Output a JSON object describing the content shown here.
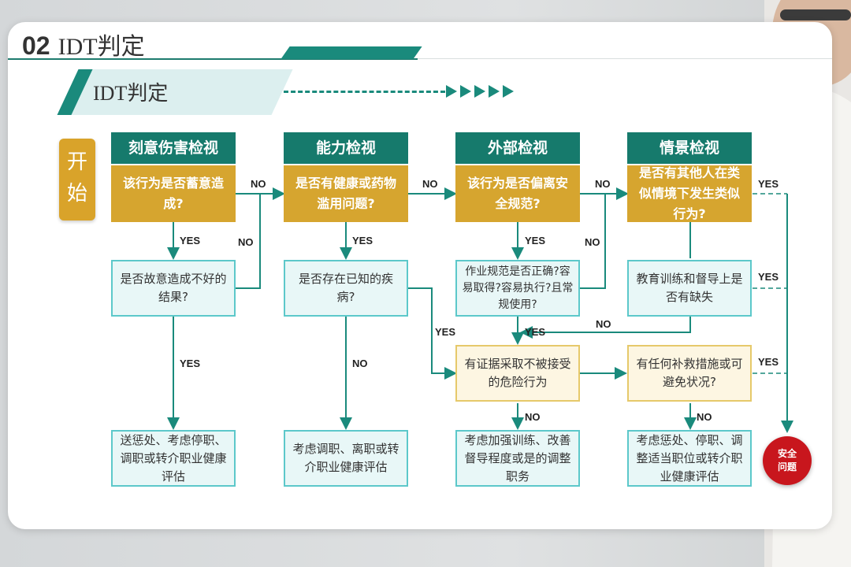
{
  "section": {
    "number": "02",
    "title": "IDT判定"
  },
  "subtitle": "IDT判定",
  "start": {
    "line1": "开",
    "line2": "始"
  },
  "columns": [
    {
      "header": "刻意伤害检视",
      "question": "该行为是否蓄意造成?",
      "mid": "是否故意造成不好的结果?",
      "result": "送惩处、考虑停职、调职或转介职业健康评估"
    },
    {
      "header": "能力检视",
      "question": "是否有健康或药物滥用问题?",
      "mid": "是否存在已知的疾病?",
      "result": "考虑调职、离职或转介职业健康评估"
    },
    {
      "header": "外部检视",
      "question": "该行为是否偏离安全规范?",
      "mid": "作业规范是否正确?容易取得?容易执行?且常规使用?",
      "evidence": "有证据采取不被接受的危险行为",
      "result": "考虑加强训练、改善督导程度或是的调整职务"
    },
    {
      "header": "情景检视",
      "question": "是否有其他人在类似情境下发生类似行为?",
      "mid": "教育训练和督导上是否有缺失",
      "remedy": "有任何补救措施或可避免状况?",
      "result": "考虑惩处、停职、调整适当职位或转介职业健康评估"
    }
  ],
  "labels": {
    "yes": "YES",
    "no": "NO"
  },
  "end": {
    "line1": "安全",
    "line2": "问题"
  },
  "colors": {
    "teal": "#167a6c",
    "gold": "#d6a52f",
    "red": "#c8161d",
    "cyan_border": "#5cc8ca"
  }
}
